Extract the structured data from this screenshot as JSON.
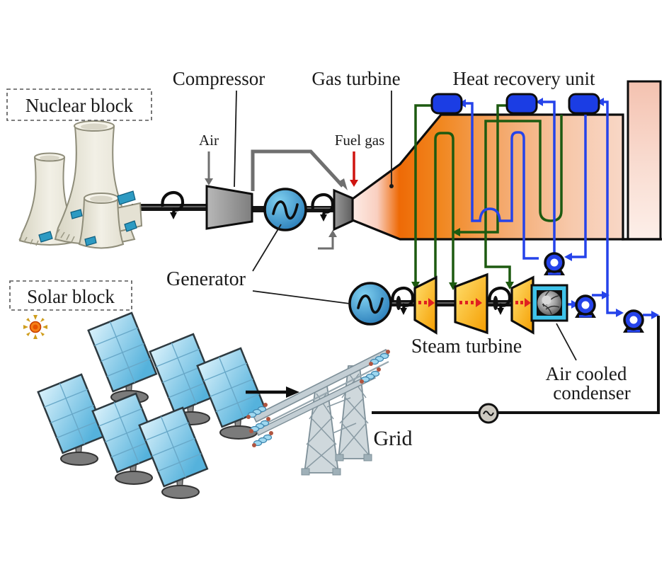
{
  "diagram": {
    "labels": {
      "nuclear_block": "Nuclear block",
      "solar_block": "Solar block",
      "compressor": "Compressor",
      "gas_turbine": "Gas turbine",
      "heat_recovery_unit": "Heat recovery unit",
      "air": "Air",
      "fuel_gas": "Fuel gas",
      "generator": "Generator",
      "steam_turbine": "Steam turbine",
      "air_cooled_condenser_line1": "Air cooled",
      "air_cooled_condenser_line2": "condenser",
      "grid": "Grid"
    },
    "colors": {
      "steam_pipe": "#1d5a10",
      "water_pipe": "#2543ea",
      "drum": "#1b3de4",
      "hot_gas_dark": "#ee6a06",
      "hot_gas_light": "#f8d8c8",
      "turbine_light": "#ffe070",
      "turbine_dark": "#f59d00",
      "generator_light": "#7fd0f0",
      "generator_dark": "#1c6fb0",
      "condenser_frame": "#3fc3ea",
      "fuel_gas_arrow": "#cf1410",
      "air_pipe": "#6f6f6f",
      "electric_line": "#111111",
      "flow_arrow_red": "#e02020"
    },
    "components": [
      {
        "name": "nuclear-cooling-towers",
        "count": 3
      },
      {
        "name": "compressor",
        "count": 1
      },
      {
        "name": "gas-generator",
        "count": 1
      },
      {
        "name": "gas-turbine",
        "count": 1
      },
      {
        "name": "heat-recovery-unit",
        "count": 1
      },
      {
        "name": "steam-drum",
        "count": 3
      },
      {
        "name": "exhaust-stack",
        "count": 1
      },
      {
        "name": "feedwater-pump",
        "count": 3
      },
      {
        "name": "steam-turbine-stage",
        "count": 3
      },
      {
        "name": "steam-generator",
        "count": 1
      },
      {
        "name": "air-cooled-condenser",
        "count": 1
      },
      {
        "name": "solar-panel",
        "count": 6
      },
      {
        "name": "sun",
        "count": 1
      },
      {
        "name": "transmission-tower",
        "count": 1
      },
      {
        "name": "ac-generator-symbol",
        "count": 1
      }
    ]
  }
}
